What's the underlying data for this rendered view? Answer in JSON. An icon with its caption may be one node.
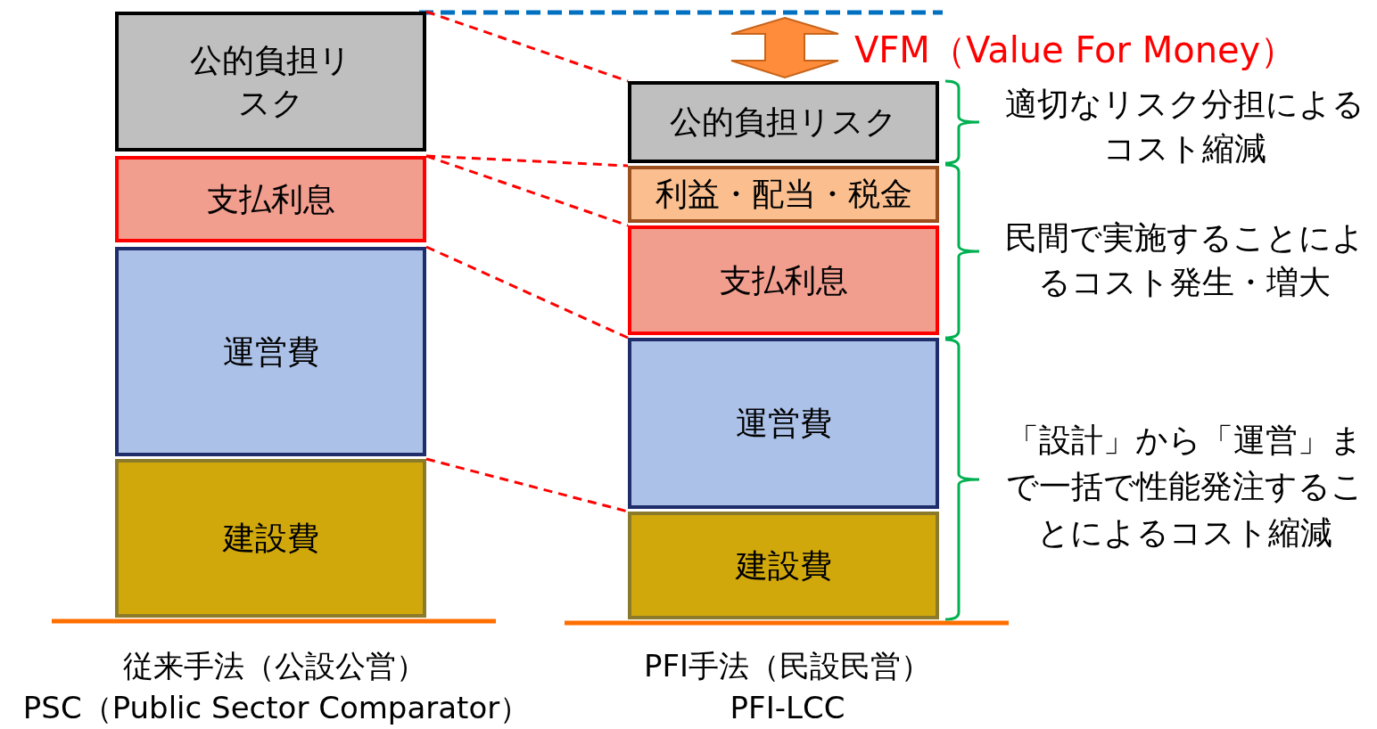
{
  "diagram": {
    "nodes": [
      {
        "text": [
          "公的負担リスク"
        ]
      },
      {
        "text": [
          "支払利息"
        ]
      },
      {
        "text": [
          "運営費"
        ]
      },
      {
        "text": [
          "建設費"
        ]
      },
      {
        "text": [
          "公的負担リスク"
        ]
      },
      {
        "text": [
          "利益・配当・税金"
        ]
      },
      {
        "text": [
          "支払利息"
        ]
      },
      {
        "text": [
          "運営費"
        ]
      },
      {
        "text": [
          "建設費"
        ]
      }
    ],
    "edges": [
      {
        "from": 0,
        "to": 4,
        "arrow": "none",
        "style": "dashed"
      },
      {
        "from": 1,
        "to": 5,
        "arrow": "none",
        "style": "dashed"
      },
      {
        "from": 1,
        "to": 6,
        "arrow": "none",
        "style": "dashed"
      },
      {
        "from": 2,
        "to": 7,
        "arrow": "none",
        "style": "dashed"
      },
      {
        "from": 3,
        "to": 8,
        "arrow": "none",
        "style": "dashed"
      }
    ],
    "labels": [
      "VFM（Value For Money）",
      "適切なリスク分担によるコスト縮減",
      "民間で実施することによるコスト発生・増大",
      "「設計」から「運営」まで一括で性能発注することによるコスト縮減",
      "従来手法（公設公営）",
      "PSC（Public Sector Comparator）",
      "PFI手法（民設民営）",
      "PFI-LCC"
    ]
  }
}
